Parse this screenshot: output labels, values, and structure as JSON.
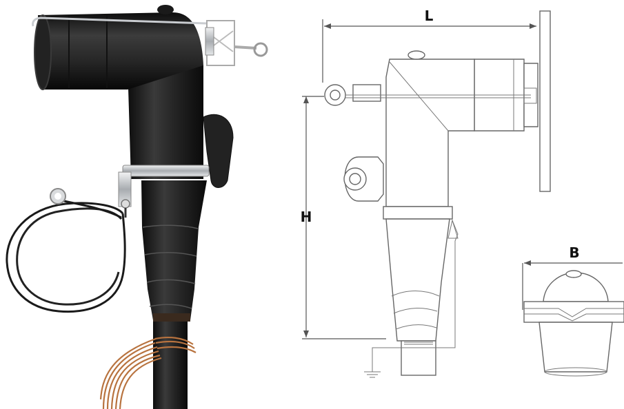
{
  "dimensions": {
    "length_label": "L",
    "height_label": "H",
    "width_label": "B"
  },
  "views": {
    "photo": "connector-photo",
    "side": "side-elevation-drawing",
    "front": "front-view-drawing"
  },
  "colors": {
    "rubber": "#1e1e1e",
    "copper": "#b8733f",
    "metal": "#c9ccd0",
    "line": "#666666"
  }
}
